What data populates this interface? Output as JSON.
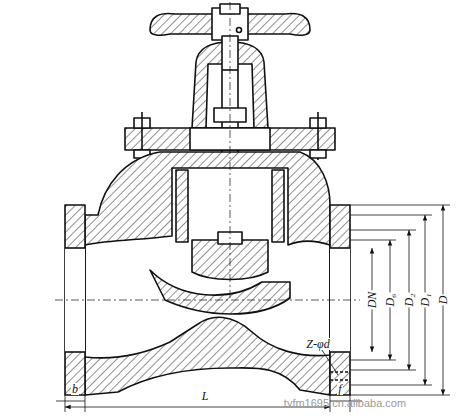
{
  "diagram": {
    "labels": [
      "DN",
      "D₆",
      "D₂",
      "D₁",
      "D",
      "Z-φd",
      "b",
      "L",
      "f",
      "tvfm1695.cn.alibaba.com"
    ]
  }
}
